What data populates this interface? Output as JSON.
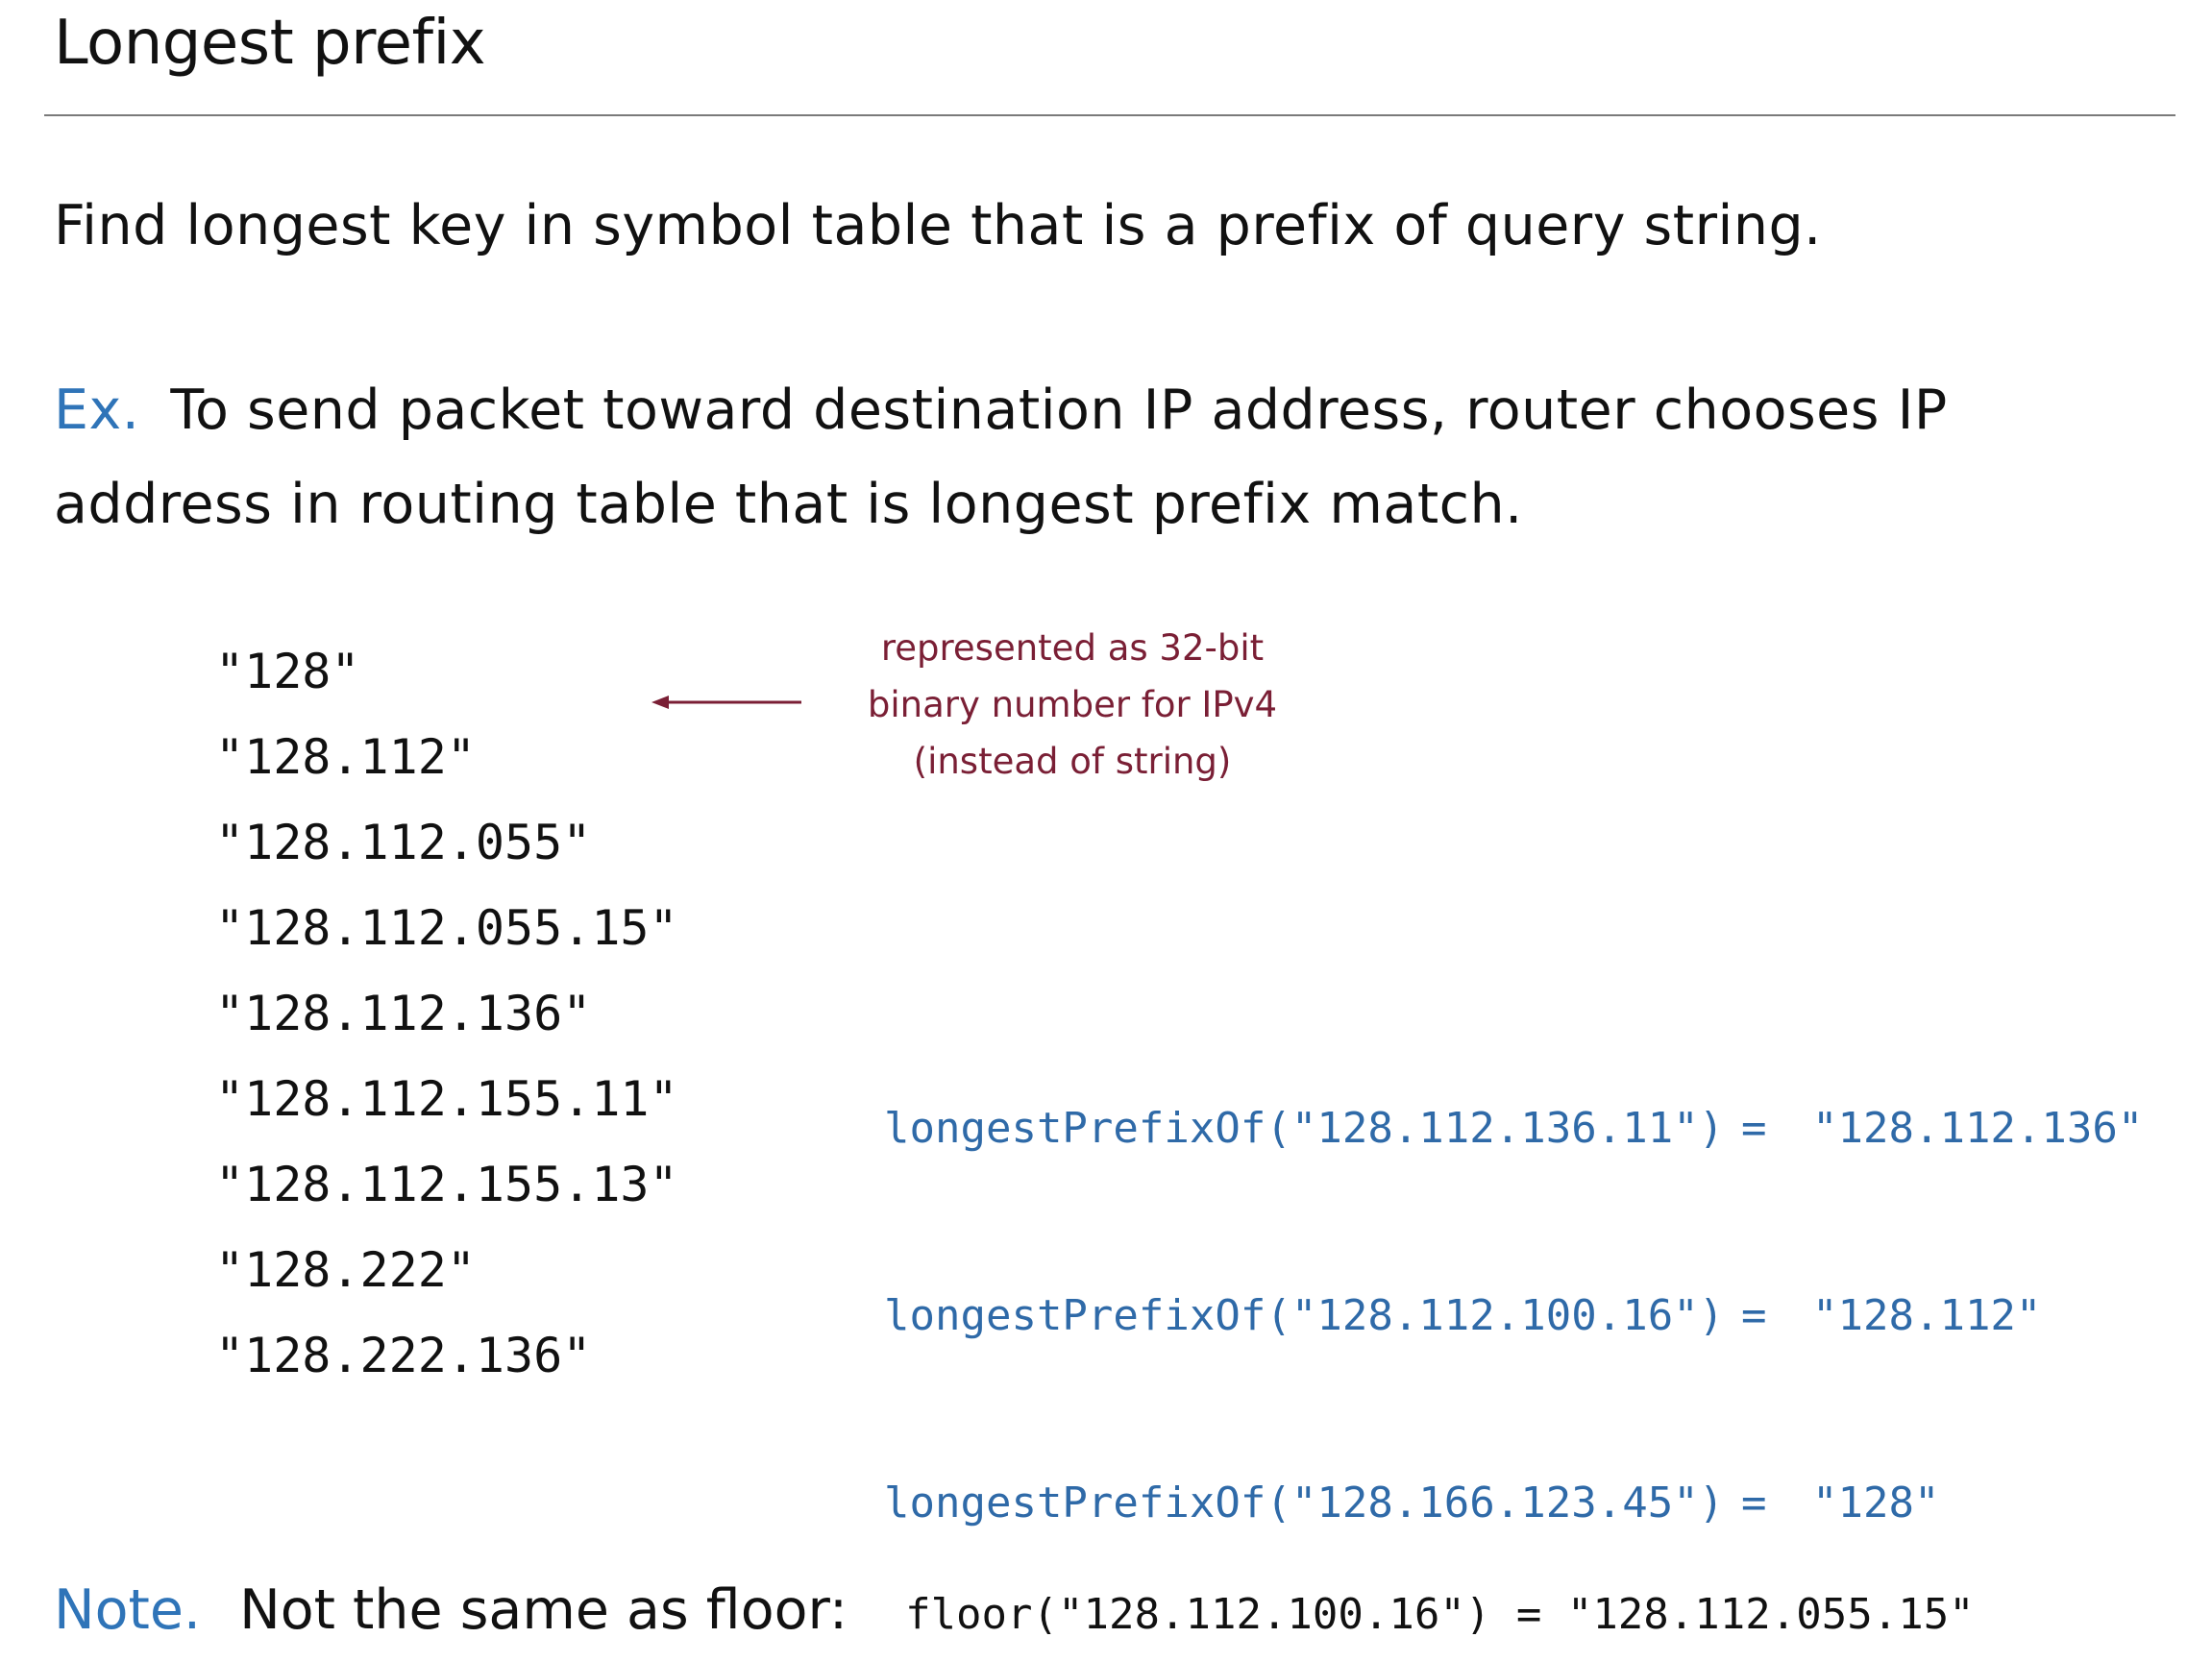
{
  "title": "Longest prefix",
  "definition": "Find longest key in symbol table that is a prefix of query string.",
  "example": {
    "lead": "Ex.",
    "text": "To send packet toward destination IP address, router chooses IP address in routing table that is longest prefix match."
  },
  "keys": [
    "\"128\"",
    "\"128.112\"",
    "\"128.112.055\"",
    "\"128.112.055.15\"",
    "\"128.112.136\"",
    "\"128.112.155.11\"",
    "\"128.112.155.13\"",
    "\"128.222\"",
    "\"128.222.136\""
  ],
  "annotation": {
    "lines": [
      "represented as 32-bit",
      "binary number for IPv4",
      "(instead of string)"
    ],
    "color": "#7a1f35"
  },
  "queries": [
    {
      "call": "longestPrefixOf(\"128.112.136.11\")",
      "eq": "=",
      "result": "\"128.112.136\""
    },
    {
      "call": "longestPrefixOf(\"128.112.100.16\")",
      "eq": "=",
      "result": "\"128.112\""
    },
    {
      "call": "longestPrefixOf(\"128.166.123.45\")",
      "eq": "=",
      "result": "\"128\""
    }
  ],
  "note": {
    "lead": "Note.",
    "text": "Not the same as floor:",
    "code": "floor(\"128.112.100.16\") = \"128.112.055.15\""
  },
  "colors": {
    "accent_blue": "#2f74b8",
    "code_blue": "#2f6aa8",
    "annotation_red": "#7a1f35",
    "text": "#111111"
  }
}
